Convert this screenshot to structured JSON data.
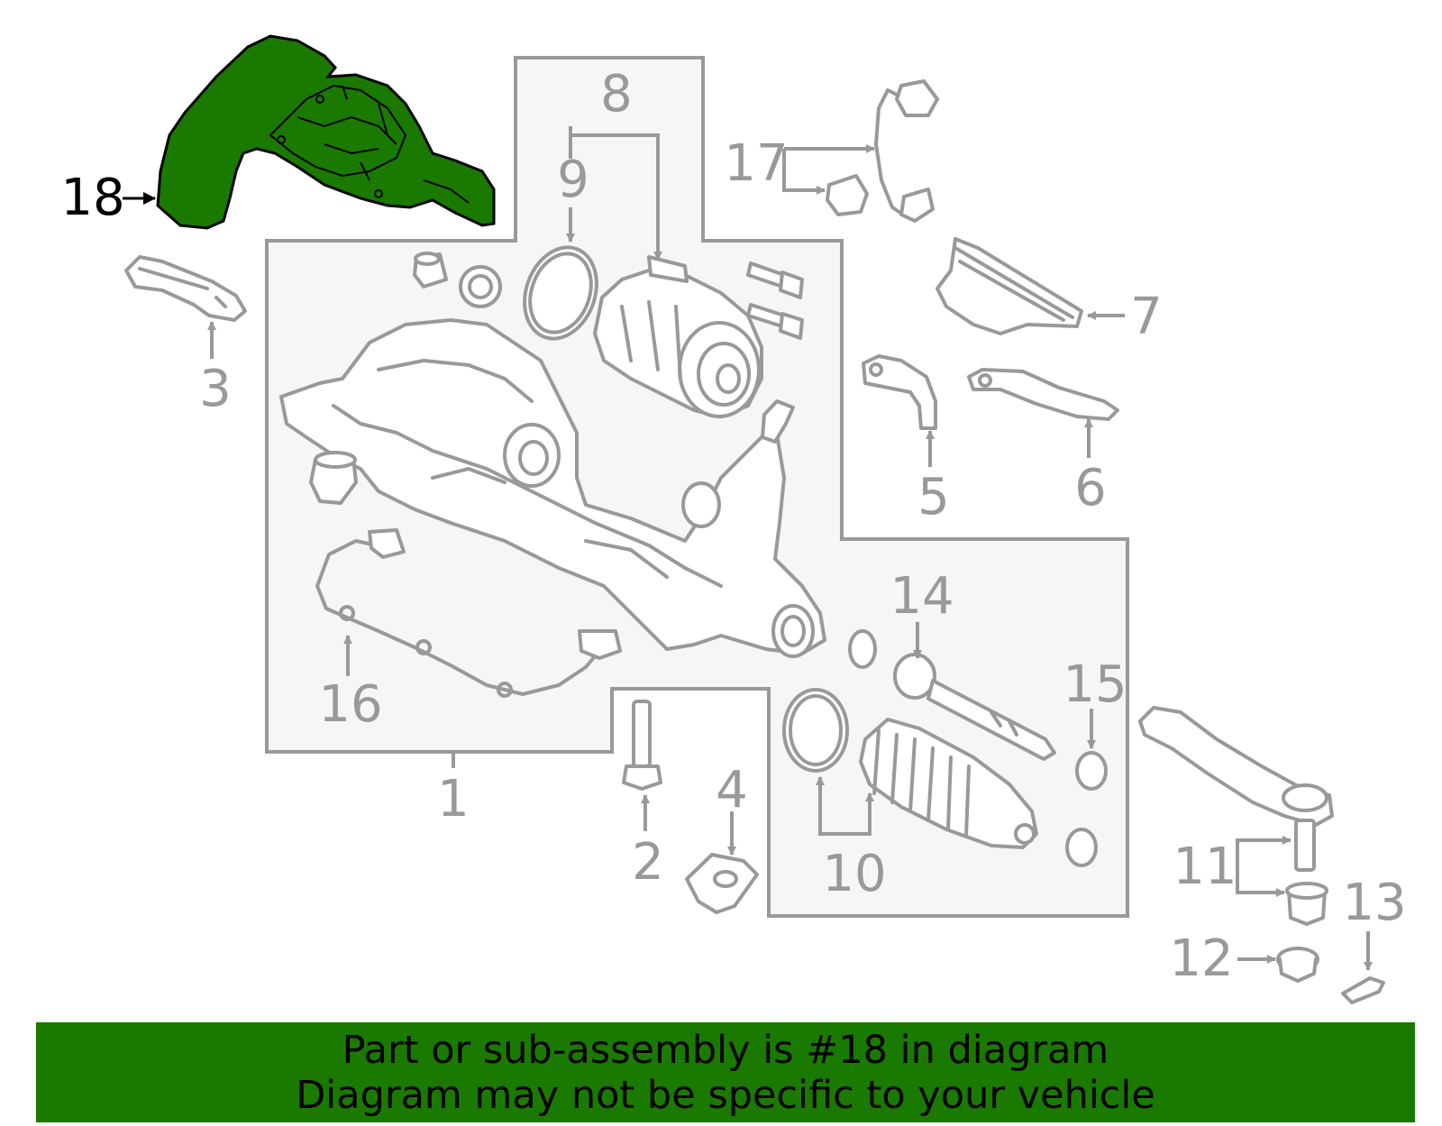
{
  "diagram": {
    "highlight_color": "#1a7a00",
    "highlighted_part": "18",
    "callouts": [
      "1",
      "2",
      "3",
      "4",
      "5",
      "6",
      "7",
      "8",
      "9",
      "10",
      "11",
      "12",
      "13",
      "14",
      "15",
      "16",
      "17",
      "18"
    ]
  },
  "banner": {
    "line1": "Part or sub-assembly is #18 in diagram",
    "line2": "Diagram may not be specific to your vehicle",
    "background": "#1a7a00"
  }
}
